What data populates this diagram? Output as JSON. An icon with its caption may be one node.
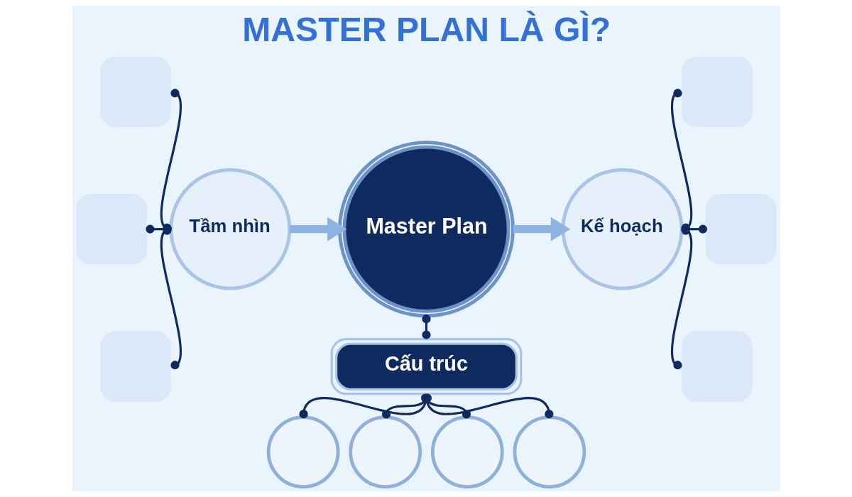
{
  "diagram": {
    "title": "MASTER PLAN LÀ GÌ?",
    "nodes": [
      {
        "text": [
          "Master Plan"
        ]
      },
      {
        "text": [
          "Tầm nhìn"
        ]
      },
      {
        "text": [
          "Kế hoạch"
        ]
      },
      {
        "text": [
          "Cấu trúc"
        ]
      },
      {
        "text": [],
        "shape": "box"
      },
      {
        "text": [],
        "shape": "box"
      },
      {
        "text": [],
        "shape": "box"
      },
      {
        "text": [],
        "shape": "box"
      },
      {
        "text": [],
        "shape": "box"
      },
      {
        "text": [],
        "shape": "box"
      },
      {
        "text": [],
        "shape": "circle"
      },
      {
        "text": [],
        "shape": "circle"
      },
      {
        "text": [],
        "shape": "circle"
      },
      {
        "text": [],
        "shape": "circle"
      }
    ],
    "edges": [
      {
        "from": 4,
        "to": 1,
        "arrow": "other"
      },
      {
        "from": 5,
        "to": 1,
        "arrow": "other"
      },
      {
        "from": 1,
        "to": 6,
        "arrow": "other"
      },
      {
        "from": 1,
        "to": 0,
        "arrow": "to",
        "style": "thick",
        "color": "#8db4e2"
      },
      {
        "from": 0,
        "to": 2,
        "arrow": "to",
        "style": "thick",
        "color": "#8db4e2"
      },
      {
        "from": 7,
        "to": 2,
        "arrow": "other"
      },
      {
        "from": 2,
        "to": 8,
        "arrow": "other"
      },
      {
        "from": 2,
        "to": 9,
        "arrow": "other"
      },
      {
        "from": 0,
        "to": 3,
        "arrow": "other"
      },
      {
        "from": 3,
        "to": 10,
        "arrow": "other"
      },
      {
        "from": 3,
        "to": 11,
        "arrow": "other"
      },
      {
        "from": 3,
        "to": 12,
        "arrow": "other"
      },
      {
        "from": 3,
        "to": 13,
        "arrow": "other"
      }
    ]
  }
}
